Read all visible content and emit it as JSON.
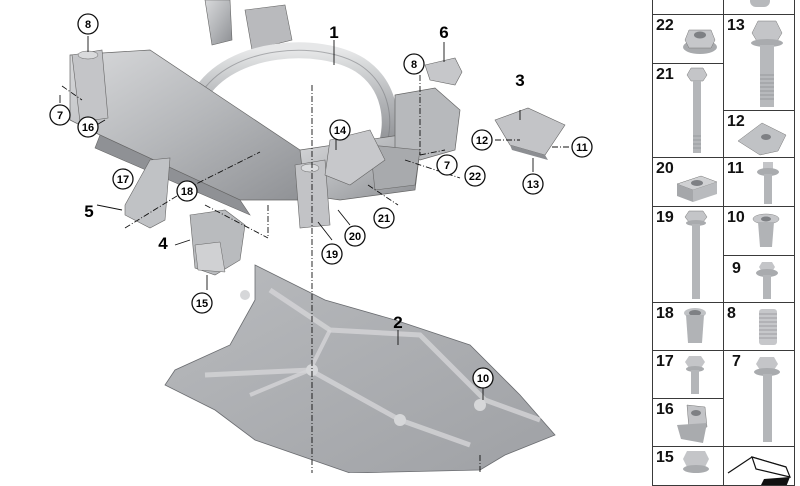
{
  "diagram": {
    "title": "Front axle subframe / underbody protection exploded view",
    "main_part_labels": [
      {
        "id": "1",
        "text": "1"
      },
      {
        "id": "2",
        "text": "2"
      },
      {
        "id": "3",
        "text": "3"
      },
      {
        "id": "4",
        "text": "4"
      },
      {
        "id": "5",
        "text": "5"
      },
      {
        "id": "6",
        "text": "6"
      }
    ],
    "circled_callouts": [
      {
        "id": "c8a",
        "text": "8"
      },
      {
        "id": "c7a",
        "text": "7"
      },
      {
        "id": "c16",
        "text": "16"
      },
      {
        "id": "c8b",
        "text": "8"
      },
      {
        "id": "c14",
        "text": "14"
      },
      {
        "id": "c12",
        "text": "12"
      },
      {
        "id": "c11",
        "text": "11"
      },
      {
        "id": "c7b",
        "text": "7"
      },
      {
        "id": "c22",
        "text": "22"
      },
      {
        "id": "c13",
        "text": "13"
      },
      {
        "id": "c17",
        "text": "17"
      },
      {
        "id": "c18",
        "text": "18"
      },
      {
        "id": "c21",
        "text": "21"
      },
      {
        "id": "c20",
        "text": "20"
      },
      {
        "id": "c19",
        "text": "19"
      },
      {
        "id": "c15",
        "text": "15"
      },
      {
        "id": "c10",
        "text": "10"
      }
    ]
  },
  "parts_grid": {
    "cells": [
      {
        "label": "",
        "part": "partial-top-left",
        "icon": "blank"
      },
      {
        "label": "",
        "part": "partial-top-right",
        "icon": "bolt-head-partial"
      },
      {
        "label": "22",
        "part": "flange-nut",
        "icon": "flange-nut-icon"
      },
      {
        "label": "13",
        "part": "hex-flange-bolt-long",
        "icon": "hex-bolt-icon"
      },
      {
        "label": "21",
        "part": "hex-bolt-long-thin",
        "icon": "long-bolt-icon"
      },
      {
        "label": "12",
        "part": "clip-nut",
        "icon": "clip-nut-icon"
      },
      {
        "label": "20",
        "part": "square-nut",
        "icon": "square-nut-icon"
      },
      {
        "label": "11",
        "part": "bolt-with-washer",
        "icon": "washer-bolt-icon"
      },
      {
        "label": "19",
        "part": "hex-bolt-long",
        "icon": "long-bolt-icon"
      },
      {
        "label": "10",
        "part": "rivet-nut-flanged",
        "icon": "rivet-nut-icon"
      },
      {
        "label": "9",
        "part": "bolt-with-washer-short",
        "icon": "washer-bolt-icon"
      },
      {
        "label": "18",
        "part": "rivet-nut",
        "icon": "rivet-nut-icon"
      },
      {
        "label": "8",
        "part": "thread-insert",
        "icon": "thread-insert-icon"
      },
      {
        "label": "17",
        "part": "hex-bolt-short",
        "icon": "short-bolt-icon"
      },
      {
        "label": "7",
        "part": "hex-flange-bolt-long",
        "icon": "long-bolt-icon"
      },
      {
        "label": "16",
        "part": "cage-nut",
        "icon": "cage-nut-icon"
      },
      {
        "label": "15",
        "part": "hex-bolt",
        "icon": "hex-bolt-icon"
      },
      {
        "label": "",
        "part": "reference-wedge",
        "icon": "wedge-icon"
      }
    ]
  },
  "colors": {
    "metal_light": "#c9cacc",
    "metal_mid": "#a9abae",
    "metal_dark": "#7d7f83",
    "line": "#111111",
    "grid_border": "#3a3a3a"
  }
}
